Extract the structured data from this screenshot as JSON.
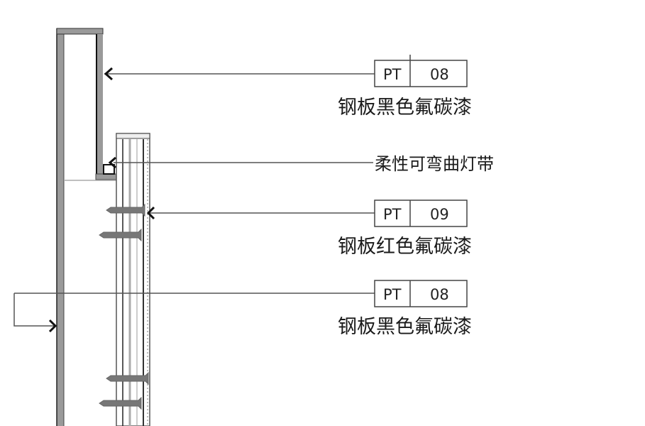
{
  "callouts": [
    {
      "code": "PT",
      "number": "08",
      "description": "钢板黑色氟碳漆"
    },
    {
      "description": "柔性可弯曲灯带"
    },
    {
      "code": "PT",
      "number": "09",
      "description": "钢板红色氟碳漆"
    },
    {
      "code": "PT",
      "number": "08",
      "description": "钢板黑色氟碳漆"
    }
  ],
  "colors": {
    "steel": "#9a9a9a",
    "line": "#555555",
    "ink": "#111111"
  }
}
